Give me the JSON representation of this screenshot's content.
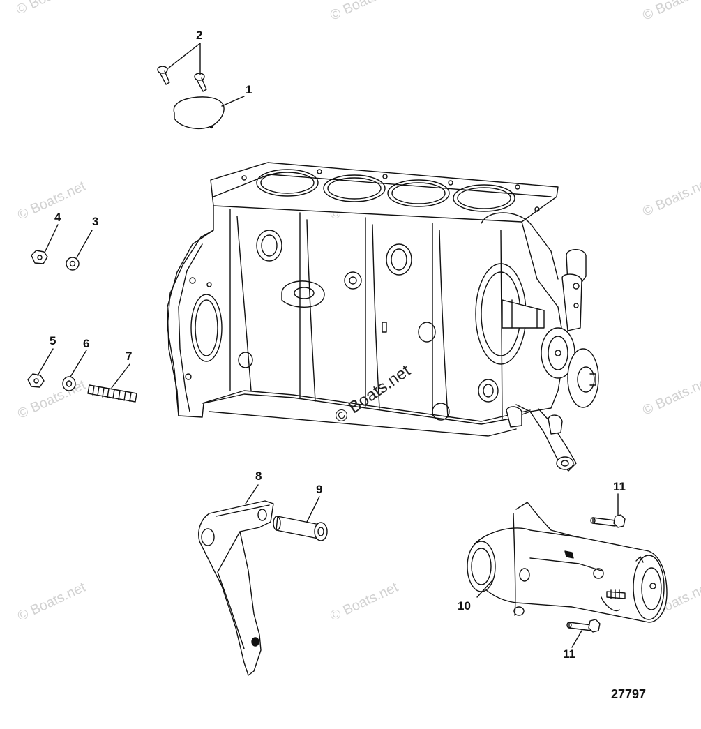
{
  "watermark": {
    "text": "© Boats.net",
    "center_text": "© Boats.net"
  },
  "callouts": [
    {
      "id": "c1",
      "label": "1"
    },
    {
      "id": "c2",
      "label": "2"
    },
    {
      "id": "c3",
      "label": "3"
    },
    {
      "id": "c4",
      "label": "4"
    },
    {
      "id": "c5",
      "label": "5"
    },
    {
      "id": "c6",
      "label": "6"
    },
    {
      "id": "c7",
      "label": "7"
    },
    {
      "id": "c8",
      "label": "8"
    },
    {
      "id": "c9",
      "label": "9"
    },
    {
      "id": "c10",
      "label": "10"
    },
    {
      "id": "c11a",
      "label": "11"
    },
    {
      "id": "c11b",
      "label": "11"
    }
  ],
  "diagram_id": "27797",
  "colors": {
    "line": "#111111",
    "watermark": "#d2d2d2",
    "background": "#ffffff"
  }
}
